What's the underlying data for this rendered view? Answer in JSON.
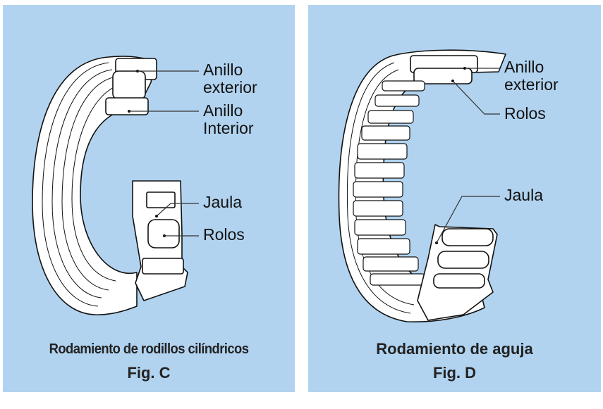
{
  "background_color": "#b1d3ef",
  "figures": [
    {
      "id": "C",
      "title": "Rodamiento de rodillos cilíndricos",
      "fig_label": "Fig. C",
      "callouts": [
        {
          "part": "outer-ring",
          "text": [
            "Anillo",
            "exterior"
          ]
        },
        {
          "part": "inner-ring",
          "text": [
            "Anillo",
            "Interior"
          ]
        },
        {
          "part": "cage",
          "text": [
            "Jaula"
          ]
        },
        {
          "part": "rollers",
          "text": [
            "Rolos"
          ]
        }
      ]
    },
    {
      "id": "D",
      "title": "Rodamiento de aguja",
      "fig_label": "Fig. D",
      "callouts": [
        {
          "part": "outer-ring",
          "text": [
            "Anillo",
            "exterior"
          ]
        },
        {
          "part": "rollers",
          "text": [
            "Rolos"
          ]
        },
        {
          "part": "cage",
          "text": [
            "Jaula"
          ]
        }
      ]
    }
  ]
}
